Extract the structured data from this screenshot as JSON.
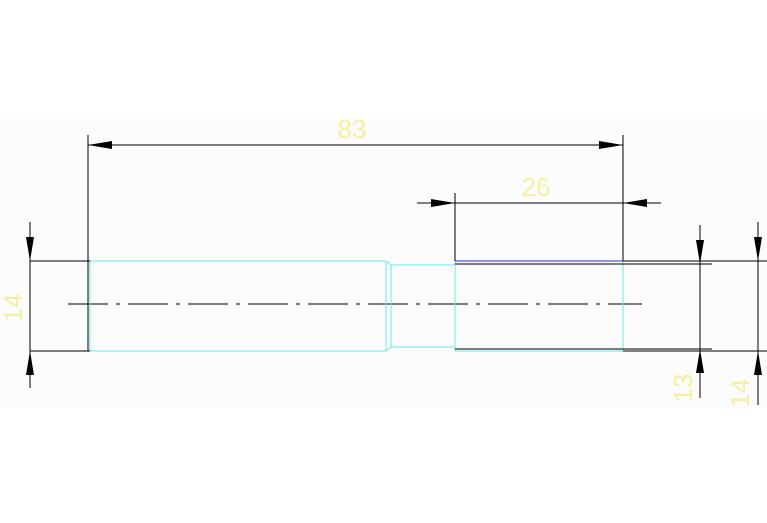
{
  "drawing": {
    "colors": {
      "background": "#ffffff",
      "drawing_area": "#fbfcfb",
      "dimension_line": "#000000",
      "dimension_text": "#f4f0a0",
      "part_outline": "#67e8ec",
      "thread_line": "#6f6fff",
      "centerline": "#000000"
    },
    "dimensions": {
      "overall_length": "83",
      "thread_length": "26",
      "left_diameter": "14",
      "right_diameter_inner": "13",
      "right_diameter_outer": "14"
    }
  }
}
